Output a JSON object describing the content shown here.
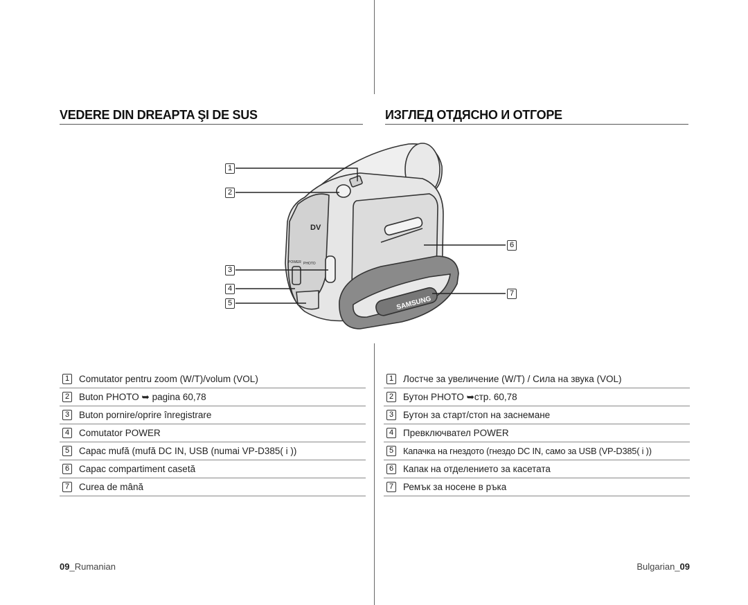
{
  "left": {
    "heading": "VEDERE DIN DREAPTA ŞI DE SUS",
    "items": [
      {
        "num": "1",
        "label": "Comutator pentru zoom (W/T)/volum (VOL)"
      },
      {
        "num": "2",
        "label": "Buton PHOTO ➥ pagina 60,78"
      },
      {
        "num": "3",
        "label": "Buton pornire/oprire înregistrare"
      },
      {
        "num": "4",
        "label": "Comutator POWER"
      },
      {
        "num": "5",
        "label": "Capac mufă (mufă DC IN, USB (numai VP-D385( i ))"
      },
      {
        "num": "6",
        "label": "Capac compartiment casetă"
      },
      {
        "num": "7",
        "label": "Curea de mână"
      }
    ],
    "footer_num": "09",
    "footer_lang": "_Rumanian"
  },
  "right": {
    "heading": "ИЗГЛЕД ОТДЯСНО И ОТГОРЕ",
    "items": [
      {
        "num": "1",
        "label": "Лостче за увеличение (W/T) / Сила на звука (VOL)"
      },
      {
        "num": "2",
        "label": "Бутон PHOTO ➥стр. 60,78"
      },
      {
        "num": "3",
        "label": "Бутон за старт/стоп на заснемане"
      },
      {
        "num": "4",
        "label": "Превключвател POWER"
      },
      {
        "num": "5",
        "label": "Капачка на гнездото (гнездо DC IN, само за USB (VP-D385( i ))"
      },
      {
        "num": "6",
        "label": "Капак на отделението за касетата"
      },
      {
        "num": "7",
        "label": "Ремък за носене в ръка"
      }
    ],
    "footer_lang": "Bulgarian_",
    "footer_num": "09"
  },
  "figure": {
    "callouts": [
      "1",
      "2",
      "3",
      "4",
      "5",
      "6",
      "7"
    ],
    "brand_text": "SAMSUNG",
    "dv_text": "DV",
    "photo_text": "PHOTO",
    "power_text": "POWER",
    "stroke_color": "#333333",
    "fill_color": "#e6e6e6",
    "strap_color": "#8a8a8a"
  }
}
